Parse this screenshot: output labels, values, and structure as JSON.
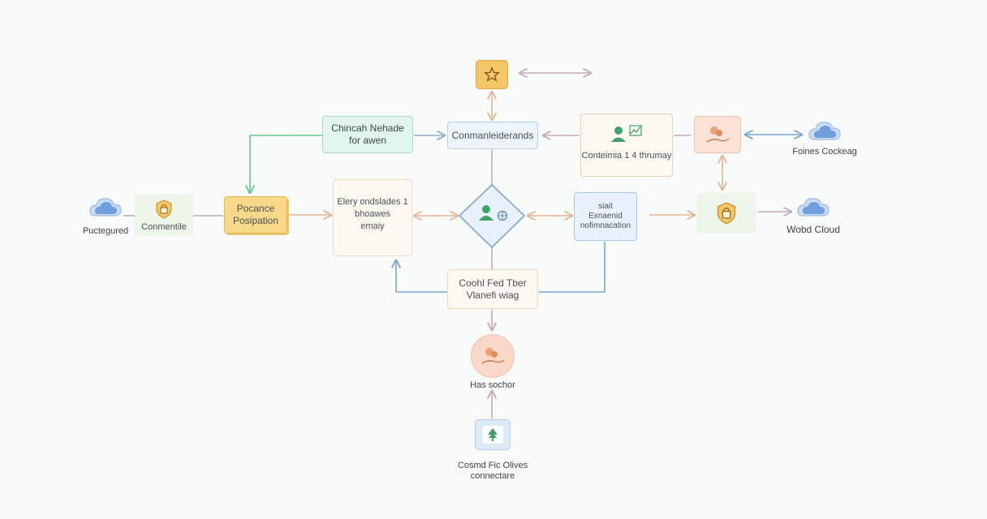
{
  "nodes": {
    "top_star": {
      "icon": "star-icon"
    },
    "channel": {
      "line1": "Chincah Nehade",
      "line2": "for awen"
    },
    "center_top": {
      "label": "Conmanleiderands"
    },
    "user_card": {
      "label": "Conteimia 1 4 thrumay",
      "icon": "user-chart-icon"
    },
    "hand_top_right": {
      "icon": "hand-coins-icon"
    },
    "cloud_right_top": {
      "label": "Foines Cockeag",
      "icon": "cloud-icon"
    },
    "cloud_left": {
      "label": "Puctegured",
      "icon": "cloud-icon"
    },
    "lock_left": {
      "label": "Conmentile",
      "icon": "shield-lock-icon"
    },
    "position": {
      "line1": "Pocance",
      "line2": "Posipation"
    },
    "text_box": {
      "line1": "Elery ondslades 1",
      "line2": "bhoawes",
      "line3": "emaiy"
    },
    "diamond": {
      "icon": "user-globe-icon"
    },
    "info_box": {
      "line1": "siait",
      "line2": "Exnaenid",
      "line3": "nofimnacation"
    },
    "lock_right": {
      "icon": "shield-lock-icon"
    },
    "cloud_right": {
      "label": "Wobd Cloud",
      "icon": "cloud-icon"
    },
    "bottom_box": {
      "line1": "Coohl Fed Tber",
      "line2": "Vlanefi wiag"
    },
    "hand_bottom": {
      "label": "Has sochor",
      "icon": "hand-coins-icon"
    },
    "tree_doc": {
      "line1": "Cosmd Fic Olives",
      "line2": "connectare",
      "icon": "tree-document-icon"
    }
  },
  "colors": {
    "arrow_pink": "#c8a8b8",
    "arrow_orange": "#e3b595",
    "arrow_blue": "#7aa6d6",
    "arrow_green": "#62c98c",
    "arrow_slate": "#8fa9cc",
    "star_fill": "#f6c567",
    "position_fill": "#fbd98a",
    "channel_fill": "#e3f6ec",
    "blue_fill": "#e9f2fc",
    "peach_fill": "#fbe2d6",
    "cream_fill": "#fdf8f2",
    "lock_fill": "#eef6ea"
  }
}
